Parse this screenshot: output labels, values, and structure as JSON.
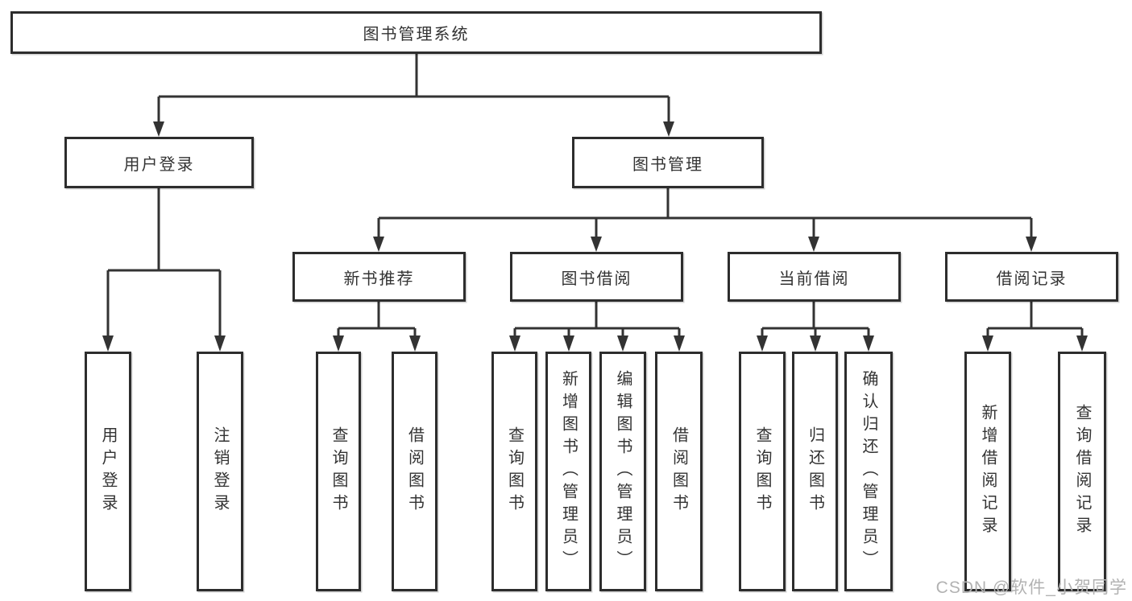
{
  "diagram": {
    "type": "hierarchy-tree",
    "root": {
      "label": "图书管理系统"
    },
    "level2": [
      {
        "label": "用户登录"
      },
      {
        "label": "图书管理"
      }
    ],
    "level3": [
      {
        "label": "新书推荐",
        "parent": "图书管理"
      },
      {
        "label": "图书借阅",
        "parent": "图书管理"
      },
      {
        "label": "当前借阅",
        "parent": "图书管理"
      },
      {
        "label": "借阅记录",
        "parent": "图书管理"
      }
    ],
    "leaves": [
      {
        "label": "用户登录",
        "parent": "用户登录"
      },
      {
        "label": "注销登录",
        "parent": "用户登录"
      },
      {
        "label": "查询图书",
        "parent": "新书推荐"
      },
      {
        "label": "借阅图书",
        "parent": "新书推荐"
      },
      {
        "label": "查询图书",
        "parent": "图书借阅"
      },
      {
        "label": "新增图书（管理员）",
        "parent": "图书借阅"
      },
      {
        "label": "编辑图书（管理员）",
        "parent": "图书借阅"
      },
      {
        "label": "借阅图书",
        "parent": "图书借阅"
      },
      {
        "label": "查询图书",
        "parent": "当前借阅"
      },
      {
        "label": "归还图书",
        "parent": "当前借阅"
      },
      {
        "label": "确认归还（管理员）",
        "parent": "当前借阅"
      },
      {
        "label": "新增借阅记录",
        "parent": "借阅记录"
      },
      {
        "label": "查询借阅记录",
        "parent": "借阅记录"
      }
    ]
  },
  "watermark": {
    "text": "CSDN @软件_小贺同学"
  },
  "colors": {
    "line": "#333333",
    "box_border": "#2d2d2d",
    "text": "#333333",
    "watermark": "#b2b2b2",
    "background": "#ffffff"
  }
}
